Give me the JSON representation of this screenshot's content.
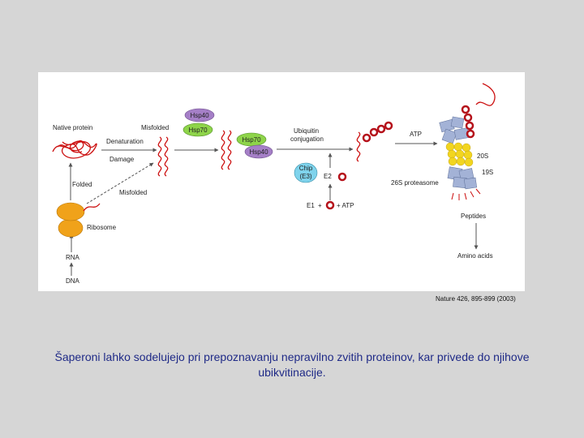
{
  "diagram": {
    "labels": {
      "native_protein": "Native protein",
      "misfolded_top": "Misfolded",
      "denaturation": "Denaturation",
      "damage": "Damage",
      "folded": "Folded",
      "misfolded_mid": "Misfolded",
      "ribosome": "Ribosome",
      "rna": "RNA",
      "dna": "DNA",
      "hsp40_a": "Hsp40",
      "hsp70_a": "Hsp70",
      "hsp70_b": "Hsp70",
      "hsp40_b": "Hsp40",
      "ubiquitin_line1": "Ubiquitin",
      "ubiquitin_line2": "conjugation",
      "chip_line1": "Chip",
      "chip_line2": "(E3)",
      "e2": "E2",
      "e1": "E1",
      "atp_bottom": "+ ATP",
      "atp_top": "ATP",
      "proteasome_26s": "26S proteasome",
      "label_20s": "20S",
      "label_19s": "19S",
      "peptides": "Peptides",
      "amino_acids": "Amino acids"
    },
    "colors": {
      "hsp40": "#a57fc7",
      "hsp70": "#8ed44a",
      "chip": "#7fd3ec",
      "ribosome": "#f0a21a",
      "protein_coil": "#cc1010",
      "ubiquitin": "#b5121b",
      "proteasome_core": "#f2d51f",
      "proteasome_cap": "#a3b2d6",
      "arrow": "#555555",
      "caption_text": "#1f2a87"
    }
  },
  "citation": "Nature 426, 895-899 (2003)",
  "caption": "Šaperoni lahko sodelujejo pri prepoznavanju nepravilno zvitih proteinov, kar privede do njihove ubikvitinacije."
}
